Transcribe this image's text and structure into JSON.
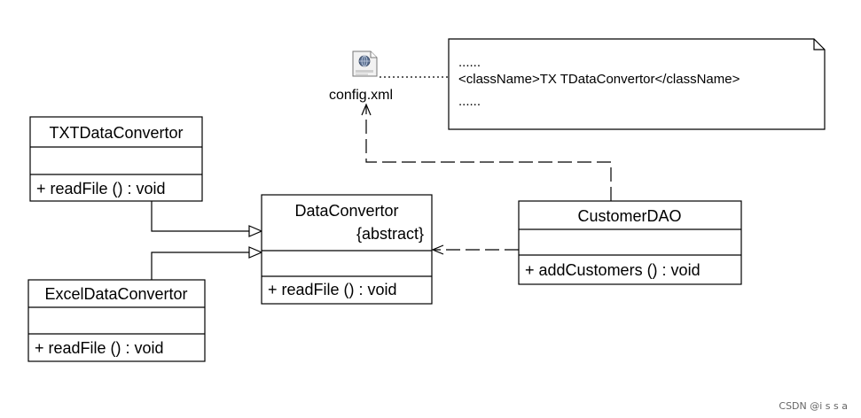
{
  "classes": {
    "txt": {
      "name": "TXTDataConvertor",
      "operation": "+  readFile ()  : void"
    },
    "excel": {
      "name": "ExcelDataConvertor",
      "operation": "+  readFile ()  : void"
    },
    "data": {
      "name": "DataConvertor",
      "stereotype": "{abstract}",
      "operation": "+  readFile ()  : void"
    },
    "customer": {
      "name": "CustomerDAO",
      "operation": "+  addCustomers ()  : void"
    }
  },
  "artifact": {
    "label": "config.xml"
  },
  "note": {
    "line1": "......",
    "line2": "<className>TX TDataConvertor</className>",
    "line3": "......"
  },
  "watermark": "CSDN @i s s a"
}
